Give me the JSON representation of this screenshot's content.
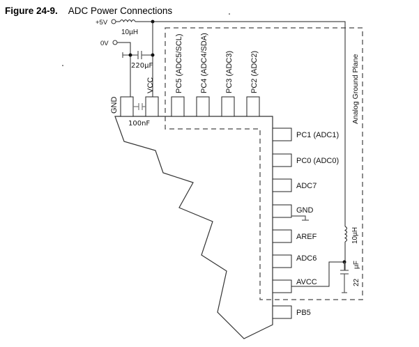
{
  "figure": {
    "number": "Figure 24-9.",
    "title": "ADC Power Connections"
  },
  "supply": {
    "plus5v_label": "+5V",
    "zero_v_label": "0V",
    "inductor_top_label": "10µH",
    "cap_220_label": "220µF",
    "cap_100n_label": "100nF"
  },
  "top_pins": [
    {
      "label": "GND"
    },
    {
      "label": "VCC"
    },
    {
      "label": "PC5 (ADC5/SCL)"
    },
    {
      "label": "PC4 (ADC4/SDA)"
    },
    {
      "label": "PC3 (ADC3)"
    },
    {
      "label": "PC2 (ADC2)"
    }
  ],
  "side_pins": [
    {
      "label": "PC1 (ADC1)"
    },
    {
      "label": "PC0 (ADC0)"
    },
    {
      "label": "ADC7"
    },
    {
      "label": "GND"
    },
    {
      "label": "AREF"
    },
    {
      "label": "ADC6"
    },
    {
      "label": "AVCC"
    },
    {
      "label": "PB5"
    }
  ],
  "analog": {
    "ground_plane_label": "Analog Ground Plane",
    "inductor_label": "10µH",
    "cap_value": "22",
    "cap_unit": "µF"
  }
}
